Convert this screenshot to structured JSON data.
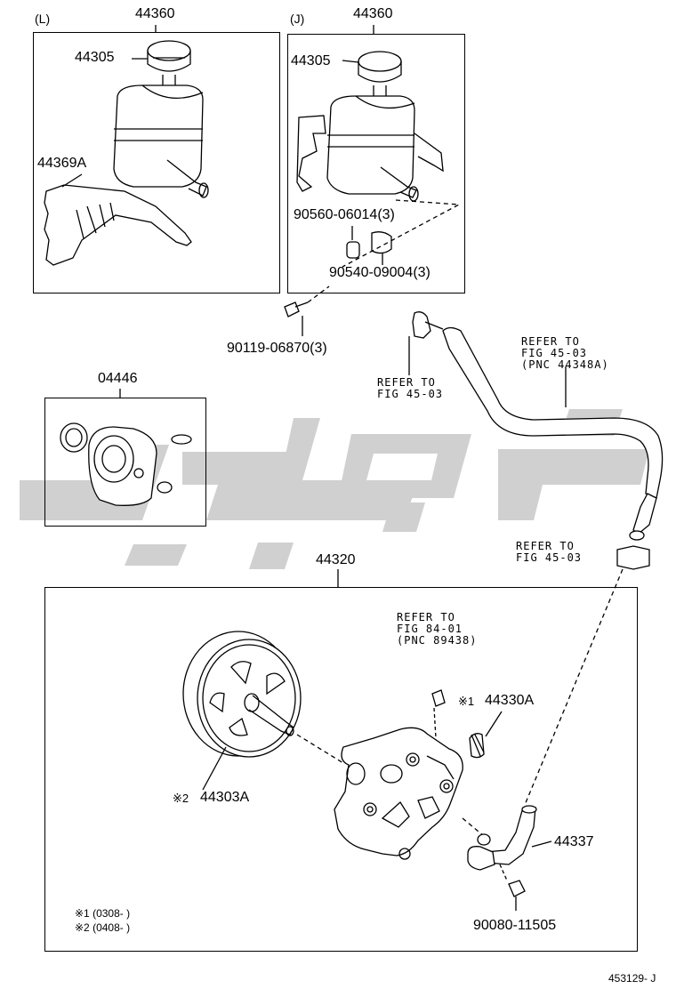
{
  "boxes": {
    "left": {
      "variant": "(L)",
      "number": "44360"
    },
    "right": {
      "variant": "(J)",
      "number": "44360"
    },
    "kit": {
      "number": "04446"
    },
    "pump": {
      "number": "44320"
    }
  },
  "parts": {
    "cap_left": "44305",
    "cap_right": "44305",
    "bracket": "44369A",
    "grommet_a": "90560-06014(3)",
    "grommet_b": "90540-09004(3)",
    "bolt_a": "90119-06870(3)",
    "switch": "44330A",
    "pulley": "44303A",
    "union": "44337",
    "bolt_b": "90080-11505"
  },
  "marks": {
    "switch": "※1",
    "pulley": "※2"
  },
  "references": {
    "hose_top": [
      "REFER TO",
      "FIG 45-03",
      "(PNC 44348A)"
    ],
    "clamp_top": [
      "REFER TO",
      "FIG 45-03"
    ],
    "clamp_bottom": [
      "REFER TO",
      "FIG 45-03"
    ],
    "switch": [
      "REFER TO",
      "FIG 84-01",
      "(PNC 89438)"
    ]
  },
  "notes": [
    {
      "mark": "※1",
      "range": "(0308-      )"
    },
    {
      "mark": "※2",
      "range": "(0408-      )"
    }
  ],
  "footer_code": "453129- J",
  "colors": {
    "line": "#000000",
    "watermark": "#c8c8c8",
    "background": "#ffffff"
  }
}
